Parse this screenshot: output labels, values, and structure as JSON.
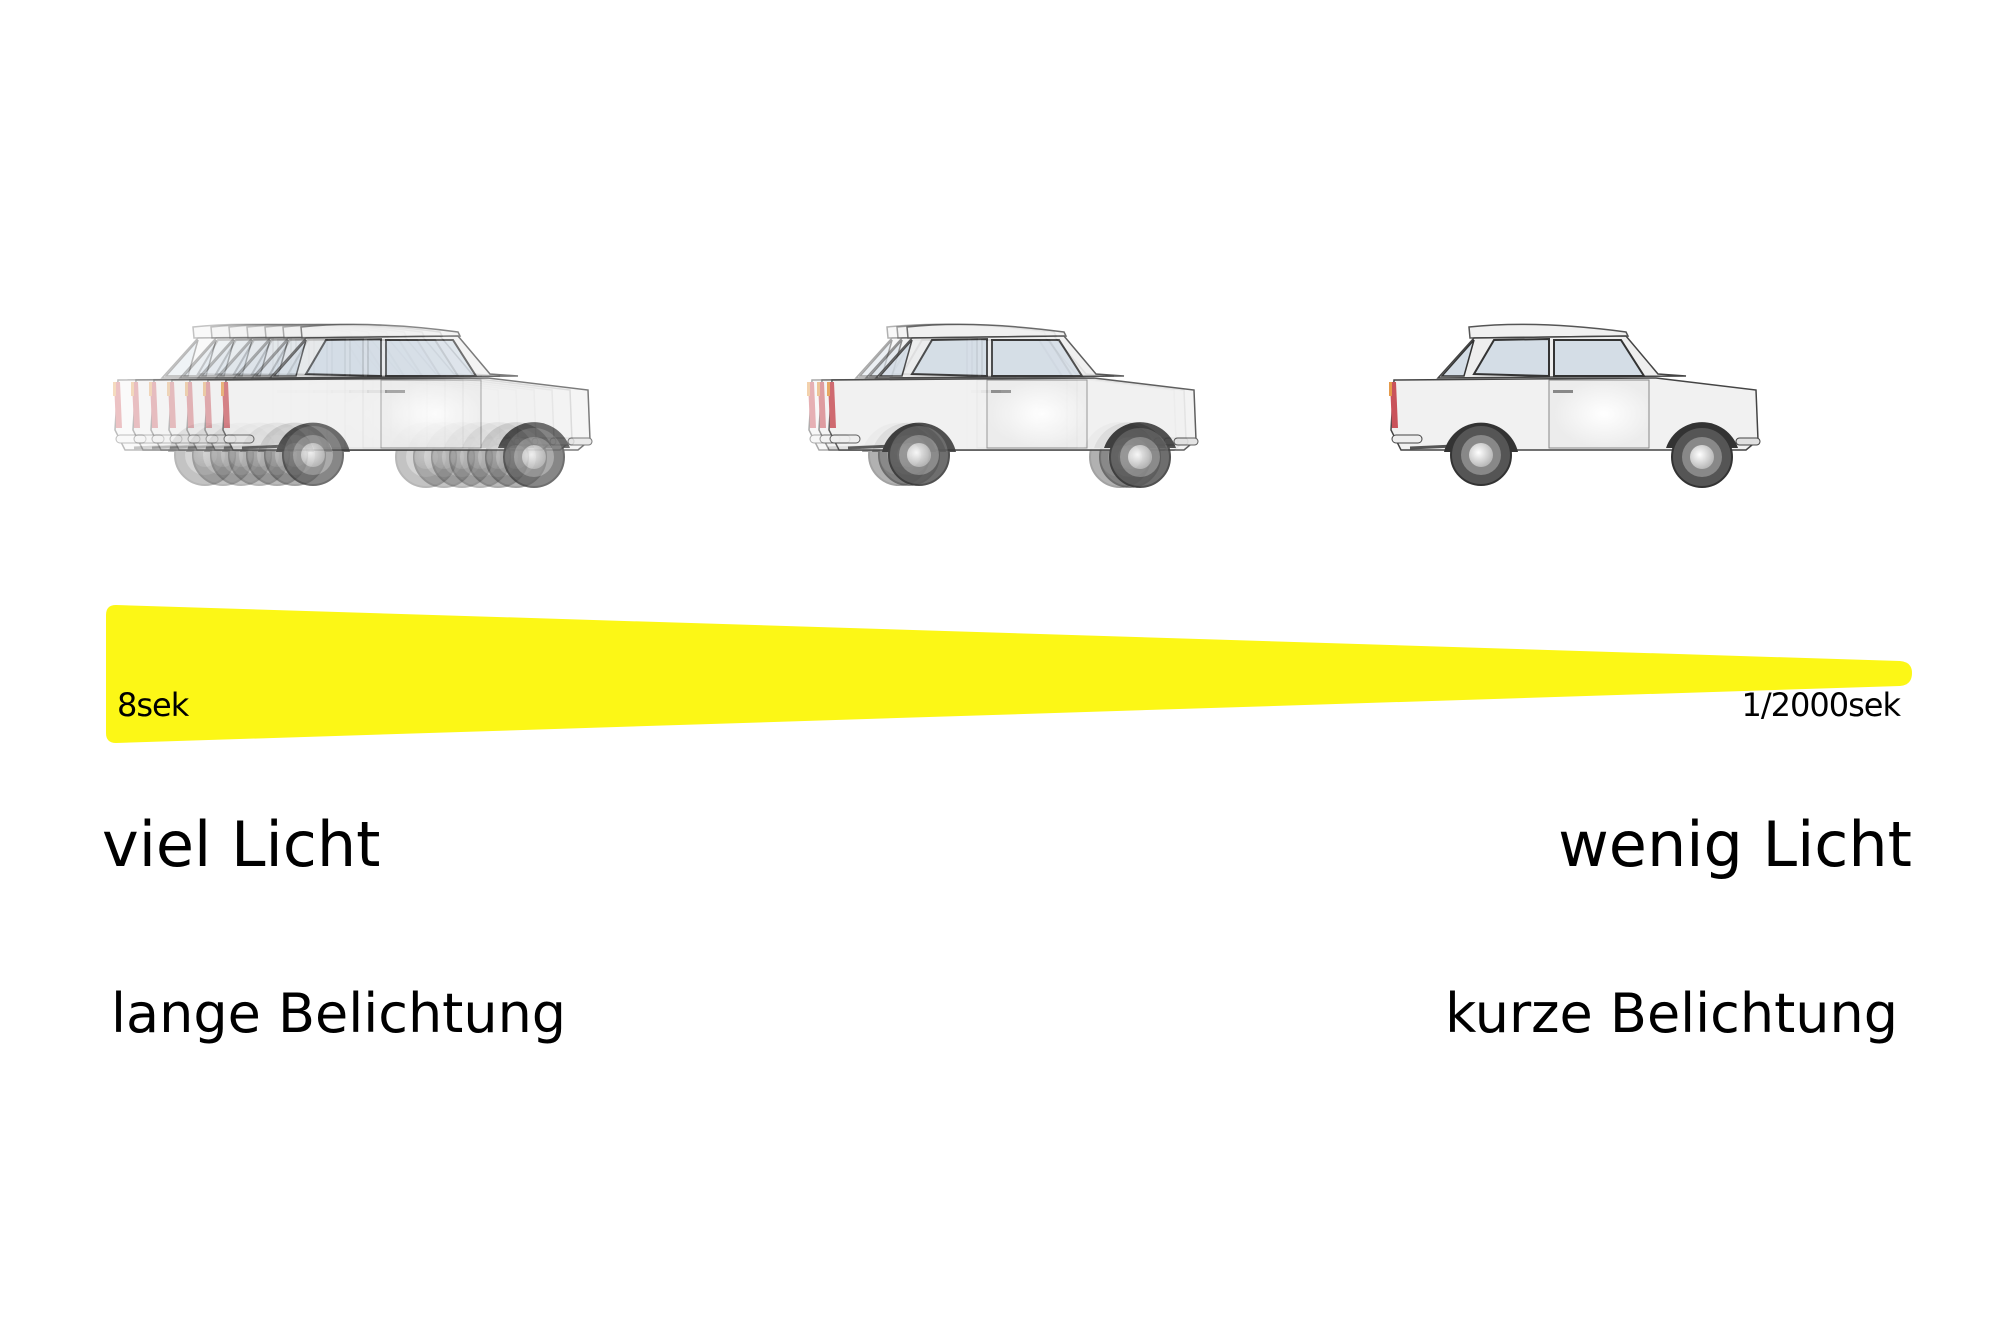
{
  "scale": {
    "left_label": "8sek",
    "right_label": "1/2000sek",
    "color": "#fcf716"
  },
  "labels": {
    "light_high": "viel Licht",
    "light_low": "wenig Licht",
    "exposure_long": "lange Belichtung",
    "exposure_short": "kurze Belichtung"
  },
  "cars": [
    {
      "name": "long-exposure-car",
      "ghost_copies": 7
    },
    {
      "name": "medium-exposure-car",
      "ghost_copies": 3
    },
    {
      "name": "short-exposure-car",
      "ghost_copies": 1
    }
  ]
}
